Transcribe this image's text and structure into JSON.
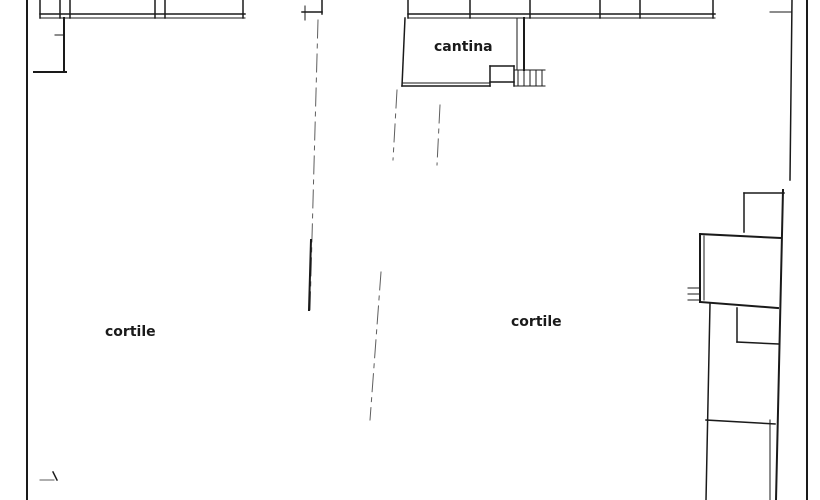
{
  "labels": {
    "cantina": "cantina",
    "cortile_left": "cortile",
    "cortile_right": "cortile"
  },
  "colors": {
    "line": "#1a1a1a",
    "paper": "#ffffff"
  }
}
